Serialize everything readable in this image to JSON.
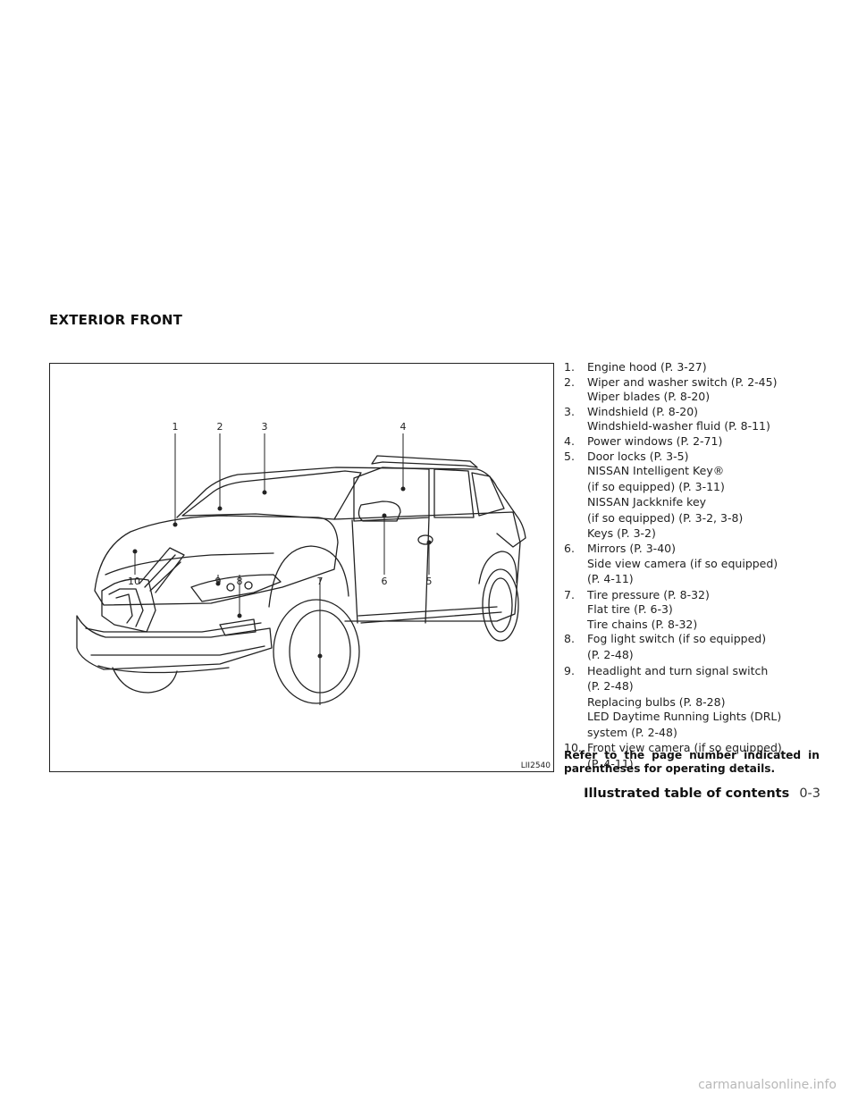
{
  "section": {
    "title": "EXTERIOR FRONT"
  },
  "figure": {
    "code": "LII2540",
    "callouts": [
      "1",
      "2",
      "3",
      "4",
      "5",
      "6",
      "7",
      "8",
      "9",
      "10"
    ]
  },
  "items": [
    {
      "num": "1.",
      "lines": [
        "Engine hood (P. 3-27)"
      ]
    },
    {
      "num": "2.",
      "lines": [
        "Wiper and washer switch (P. 2-45)",
        "Wiper blades (P. 8-20)"
      ]
    },
    {
      "num": "3.",
      "lines": [
        "Windshield (P. 8-20)",
        "Windshield-washer fluid (P. 8-11)"
      ]
    },
    {
      "num": "4.",
      "lines": [
        "Power windows (P. 2-71)"
      ]
    },
    {
      "num": "5.",
      "lines": [
        "Door locks (P. 3-5)",
        "NISSAN Intelligent Key®",
        "(if so equipped) (P. 3-11)",
        "NISSAN Jackknife key",
        "(if so equipped) (P. 3-2, 3-8)",
        "Keys (P. 3-2)"
      ]
    },
    {
      "num": "6.",
      "lines": [
        "Mirrors (P. 3-40)",
        "Side view camera (if so equipped)",
        "(P. 4-11)"
      ]
    },
    {
      "num": "7.",
      "lines": [
        "Tire pressure (P. 8-32)",
        "Flat tire (P. 6-3)",
        "Tire chains (P. 8-32)"
      ]
    },
    {
      "num": "8.",
      "lines": [
        "Fog light switch (if so equipped)",
        "(P. 2-48)"
      ]
    },
    {
      "num": "9.",
      "lines": [
        "Headlight and turn signal switch",
        "(P. 2-48)",
        "Replacing bulbs (P. 8-28)",
        "LED Daytime Running Lights (DRL)",
        "system (P. 2-48)"
      ]
    },
    {
      "num": "10.",
      "lines": [
        "Front view camera (if so equipped)",
        "(P. 4-11)"
      ]
    }
  ],
  "note": "Refer to the page number indicated in parentheses for operating details.",
  "footer": {
    "label": "Illustrated table of contents",
    "page": "0-3"
  },
  "watermark": "carmanualsonline.info"
}
